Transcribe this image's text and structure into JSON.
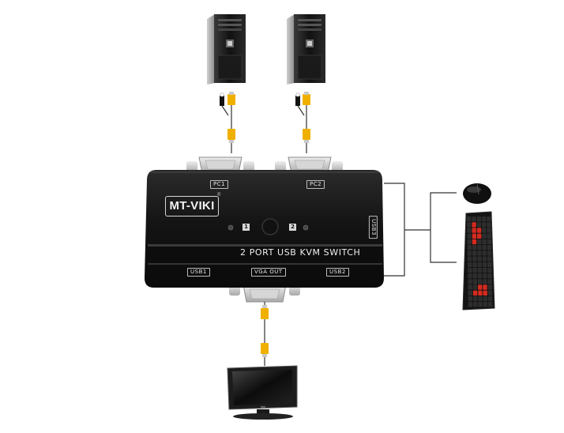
{
  "switch": {
    "brand": "MT-VIKI",
    "registered_mark": "®",
    "model_text": "2 PORT USB KVM SWITCH",
    "port_labels": {
      "pc1": "PC1",
      "pc2": "PC2",
      "usb1": "USB1",
      "vga_out": "VGA OUT",
      "usb2": "USB2",
      "usb3": "USB3"
    },
    "button_numbers": {
      "left": "1",
      "right": "2"
    }
  },
  "devices": {
    "computers": [
      "computer-tower-icon",
      "computer-tower-icon"
    ],
    "mouse": "mouse-icon",
    "keyboard": "keyboard-icon",
    "monitor": "monitor-icon"
  },
  "colors": {
    "switch_body": "#1b1b1b",
    "cable_connector": "#f0b000",
    "connector_metal": "#c8c8c8",
    "wire": "#333333",
    "keyboard_accent": "#d42a1e"
  }
}
